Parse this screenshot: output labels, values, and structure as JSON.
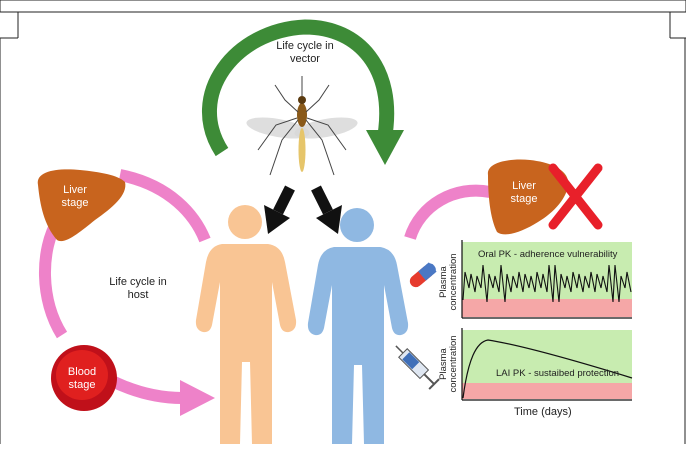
{
  "diagram": {
    "vector_cycle_label": "Life cycle in vector",
    "host_cycle_label": "Life cycle in host",
    "liver_stage_left": "Liver stage",
    "blood_stage": "Blood stage",
    "liver_stage_right": "Liver stage",
    "oral_pk_label": "Oral PK - adherence vulnerability",
    "lai_pk_label": "LAI PK - sustaibed protection",
    "y_axis_label_top": "Plasma concentration",
    "y_axis_label_bottom": "Plasma concentration",
    "x_axis_label": "Time (days)"
  },
  "colors": {
    "vector_arrow": "#3d8b37",
    "host_arrow": "#ee82c9",
    "liver": "#c8641e",
    "blood": "#e0201f",
    "person_left": "#f9c594",
    "person_right": "#8fb8e2",
    "green_zone": "#c8ecb0",
    "red_zone": "#f5a7a7",
    "cross": "#e8202a"
  },
  "icons": [
    "mosquito-icon",
    "pill-capsule-icon",
    "syringe-icon",
    "cross-icon"
  ]
}
